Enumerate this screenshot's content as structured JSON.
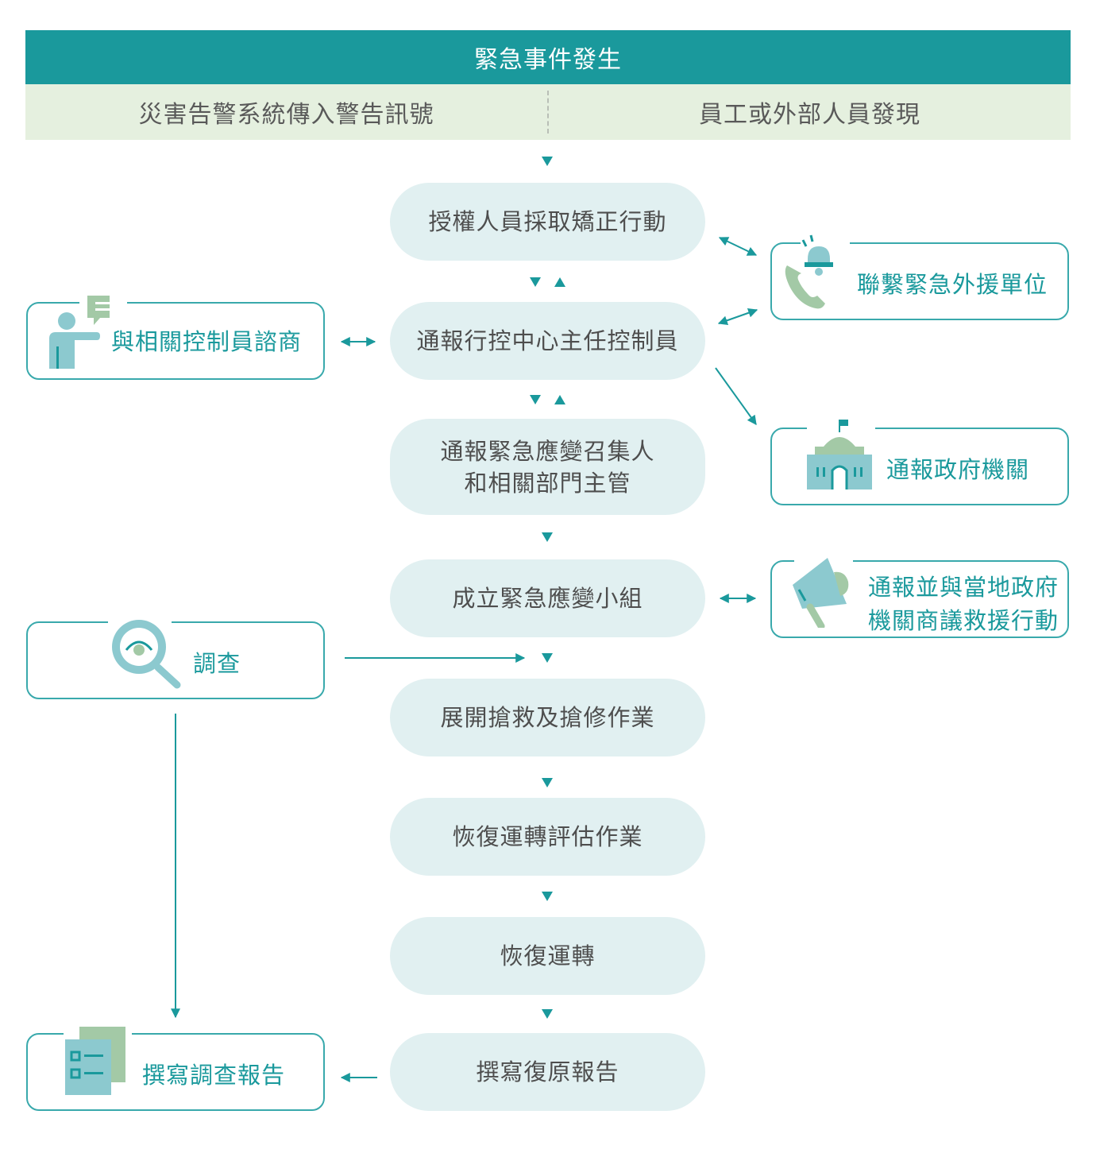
{
  "header": {
    "title": "緊急事件發生"
  },
  "sources": {
    "left": "災害告警系統傳入警告訊號",
    "right": "員工或外部人員發現"
  },
  "steps": [
    "授權人員採取矯正行動",
    "通報行控中心主任控制員",
    "通報緊急應變召集人\n和相關部門主管",
    "成立緊急應變小組",
    "展開搶救及搶修作業",
    "恢復運轉評估作業",
    "恢復運轉",
    "撰寫復原報告"
  ],
  "side_left": {
    "consult": "與相關控制員諮商",
    "investigate": "調查",
    "report": "撰寫調查報告"
  },
  "side_right": {
    "external_aid": "聯繫緊急外援單位",
    "government": "通報政府機關",
    "local_gov": "通報並與當地政府\n機關商議救援行動"
  },
  "icons": {
    "consult": "person-speech-icon",
    "investigate": "magnifier-eye-icon",
    "report": "document-list-icon",
    "external_aid": "phone-bell-icon",
    "government": "government-building-icon",
    "local_gov": "megaphone-icon"
  },
  "colors": {
    "teal": "#1a999c",
    "light_teal": "#e1f0f1",
    "light_green": "#e5f0df",
    "green": "#a3c9a6",
    "icon_teal": "#8cc9cf"
  }
}
